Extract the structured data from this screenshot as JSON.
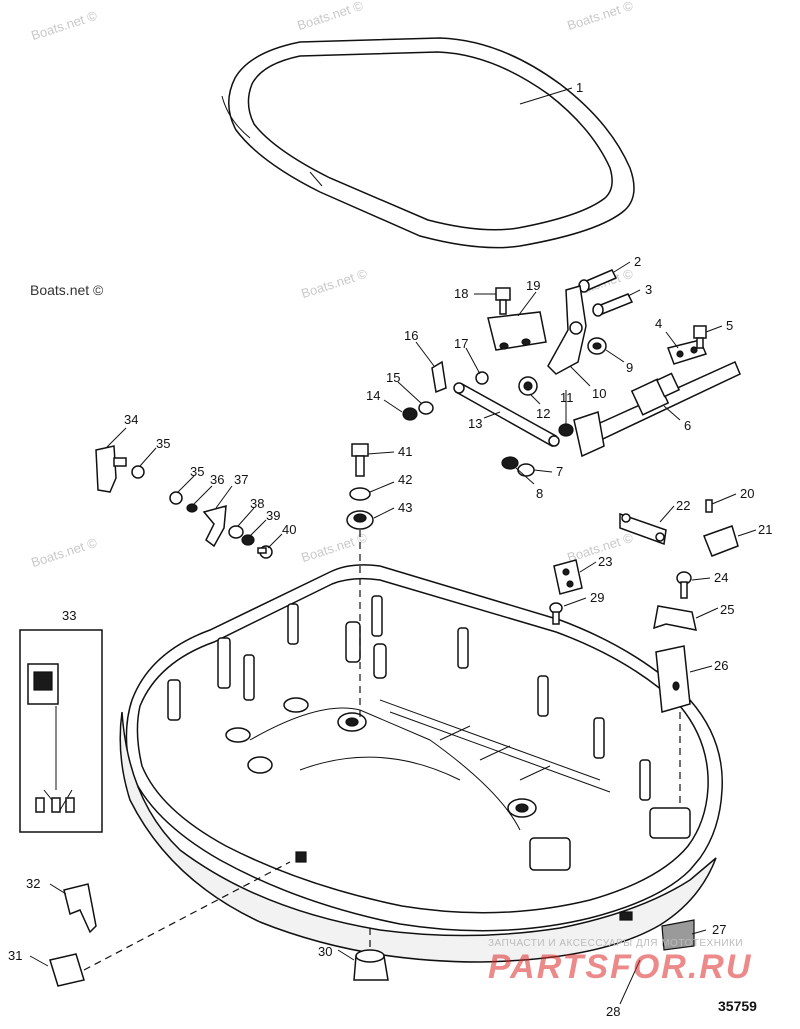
{
  "watermark": "Boats.net ©",
  "part_numbers": [
    "1",
    "2",
    "3",
    "4",
    "5",
    "6",
    "7",
    "8",
    "9",
    "10",
    "11",
    "12",
    "13",
    "14",
    "15",
    "16",
    "17",
    "18",
    "19",
    "20",
    "21",
    "22",
    "23",
    "24",
    "25",
    "26",
    "27",
    "28",
    "29",
    "30",
    "31",
    "32",
    "33",
    "34",
    "35",
    "36",
    "37",
    "38",
    "39",
    "40",
    "41",
    "42",
    "43"
  ],
  "extra_label_35b": "35",
  "brand_tagline": "ЗАПЧАСТИ И АКСЕССУАРЫ ДЛЯ МОТОТЕХНИКИ",
  "brand_logo": "PARTSFOR.RU",
  "diagram_ref": "35759"
}
